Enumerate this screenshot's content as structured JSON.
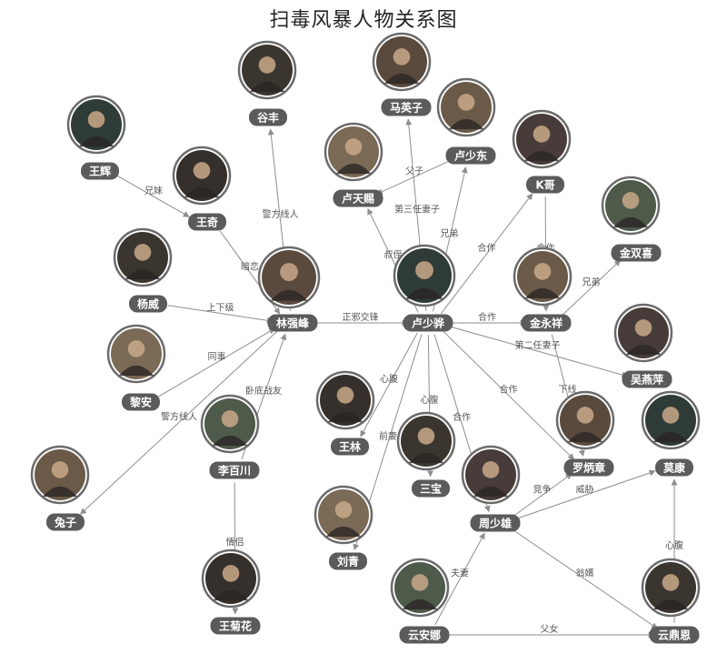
{
  "title": "扫毒风暴人物关系图",
  "colors": {
    "edge": "#8e8e8e",
    "pill": "#5b5b5b",
    "ring": "#6b6b6b",
    "text_on_pill": "#ffffff",
    "photo_palette": [
      "#3b3530",
      "#5a4a3e",
      "#2f3b36",
      "#6b5a48",
      "#473c3a",
      "#7a6a56",
      "#35302c",
      "#4e5a4a"
    ]
  },
  "nodes": [
    {
      "id": "guyfeng",
      "label": "谷丰"
    },
    {
      "id": "maying",
      "label": "马英子"
    },
    {
      "id": "wanghui",
      "label": "王辉"
    },
    {
      "id": "lushaodong",
      "label": "卢少东"
    },
    {
      "id": "kge",
      "label": "K哥"
    },
    {
      "id": "lutianci",
      "label": "卢天赐"
    },
    {
      "id": "wangqi",
      "label": "王奇"
    },
    {
      "id": "jinshuangxi",
      "label": "金双喜"
    },
    {
      "id": "yangwei",
      "label": "杨威"
    },
    {
      "id": "linqiangfeng",
      "label": "林强峰"
    },
    {
      "id": "lushaohua",
      "label": "卢少骅"
    },
    {
      "id": "jinyongxiang",
      "label": "金永祥"
    },
    {
      "id": "wuyanping",
      "label": "吴燕萍"
    },
    {
      "id": "lian",
      "label": "黎安"
    },
    {
      "id": "wanglin",
      "label": "王林"
    },
    {
      "id": "libaichuan",
      "label": "李百川"
    },
    {
      "id": "sanbao",
      "label": "三宝"
    },
    {
      "id": "luobingzhang",
      "label": "罗炳章"
    },
    {
      "id": "mokang",
      "label": "莫康"
    },
    {
      "id": "tuzi",
      "label": "兔子"
    },
    {
      "id": "zhoushaoxiong",
      "label": "周少雄"
    },
    {
      "id": "liuqing",
      "label": "刘青"
    },
    {
      "id": "wangjuhua",
      "label": "王菊花"
    },
    {
      "id": "yunanna",
      "label": "云安娜"
    },
    {
      "id": "yundingen",
      "label": "云鼎恩"
    }
  ],
  "edges": [
    {
      "from": "wanghui",
      "to": "wangqi",
      "label": "兄妹"
    },
    {
      "from": "wangqi",
      "to": "linqiangfeng",
      "label": "暗恋"
    },
    {
      "from": "linqiangfeng",
      "to": "guyfeng",
      "label": "警方线人"
    },
    {
      "from": "yangwei",
      "to": "linqiangfeng",
      "label": "上下级"
    },
    {
      "from": "linqiangfeng",
      "to": "lushaohua",
      "label": "正邪交锋"
    },
    {
      "from": "lian",
      "to": "linqiangfeng",
      "label": "同事"
    },
    {
      "from": "libaichuan",
      "to": "linqiangfeng",
      "label": "卧底战友"
    },
    {
      "from": "linqiangfeng",
      "to": "tuzi",
      "label": "警方线人"
    },
    {
      "from": "libaichuan",
      "to": "wangjuhua",
      "label": "情侣"
    },
    {
      "from": "lushaohua",
      "to": "maying",
      "label": "第三任妻子"
    },
    {
      "from": "lushaohua",
      "to": "lushaodong",
      "label": "兄弟"
    },
    {
      "from": "lushaodong",
      "to": "lutianci",
      "label": "父子"
    },
    {
      "from": "lushaohua",
      "to": "lutianci",
      "label": "叔侄"
    },
    {
      "from": "lushaohua",
      "to": "kge",
      "label": "合作"
    },
    {
      "from": "lushaohua",
      "to": "jinyongxiang",
      "label": "合作"
    },
    {
      "from": "kge",
      "to": "jinyongxiang",
      "label": "合作"
    },
    {
      "from": "jinyongxiang",
      "to": "jinshuangxi",
      "label": "兄弟"
    },
    {
      "from": "lushaohua",
      "to": "wuyanping",
      "label": "第二任妻子"
    },
    {
      "from": "jinyongxiang",
      "to": "luobingzhang",
      "label": "下线"
    },
    {
      "from": "lushaohua",
      "to": "luobingzhang",
      "label": "合作"
    },
    {
      "from": "lushaohua",
      "to": "wanglin",
      "label": "心腹"
    },
    {
      "from": "lushaohua",
      "to": "sanbao",
      "label": "心腹"
    },
    {
      "from": "lushaohua",
      "to": "zhoushaoxiong",
      "label": "合作"
    },
    {
      "from": "lushaohua",
      "to": "liuqing",
      "label": "前妻"
    },
    {
      "from": "zhoushaoxiong",
      "to": "luobingzhang",
      "label": "竞争"
    },
    {
      "from": "zhoushaoxiong",
      "to": "mokang",
      "label": "威胁"
    },
    {
      "from": "yunanna",
      "to": "zhoushaoxiong",
      "label": "夫妻"
    },
    {
      "from": "zhoushaoxiong",
      "to": "yundingen",
      "label": "翁婿"
    },
    {
      "from": "yundingen",
      "to": "mokang",
      "label": "心腹"
    },
    {
      "from": "yunanna",
      "to": "yundingen",
      "label": "父女"
    }
  ]
}
